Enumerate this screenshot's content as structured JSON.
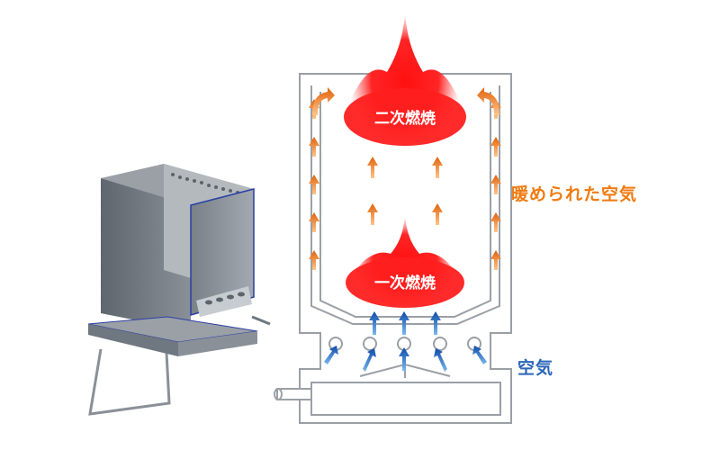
{
  "labels": {
    "secondary_combustion": "二次燃焼",
    "primary_combustion": "一次燃焼",
    "warmed_air": "暖められた空気",
    "air": "空気"
  },
  "colors": {
    "warm_arrow": "#f08a1e",
    "cold_arrow": "#1f6fc4",
    "flame": "#ff2a2a",
    "stove_body": "#6f7780",
    "diagram_line": "#9aa0a6",
    "warm_label": "#f07a10",
    "air_label": "#2a66b8"
  }
}
